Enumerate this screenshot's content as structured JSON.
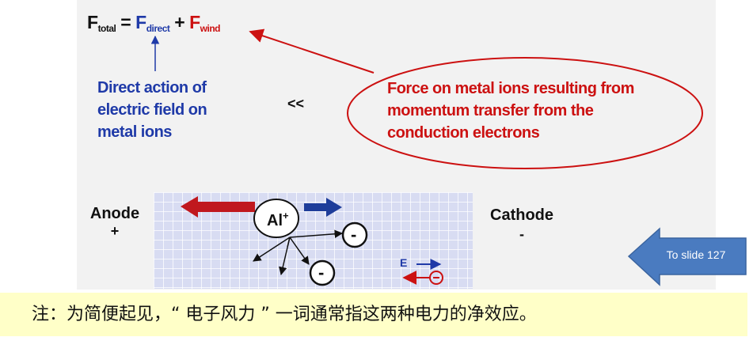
{
  "equation": {
    "F": "F",
    "total_sub": "total",
    "equals": " = ",
    "direct_sub": "direct",
    "plus": " + ",
    "wind_sub": "wind"
  },
  "annotations": {
    "direct_action": [
      "Direct action of",
      "electric field on",
      "metal ions"
    ],
    "much_less": "<<",
    "wind_force": [
      "Force on metal ions resulting from",
      "momentum transfer from the",
      "conduction electrons"
    ]
  },
  "schematic": {
    "anode": "Anode",
    "anode_sign": "+",
    "cathode": "Cathode",
    "cathode_sign": "-",
    "ion_label": "Al",
    "ion_charge": "+",
    "electron_sign": "-",
    "field_label": "E"
  },
  "navigation": {
    "to_slide": "To slide 127"
  },
  "note": "注：为简便起见，“ 电子风力 ” 一词通常指这两种电力的净效应。",
  "colors": {
    "blue": "#1f3aa8",
    "red": "#cc1111",
    "nav_arrow": "#4a7bc0",
    "note_bg": "#ffffc8"
  }
}
